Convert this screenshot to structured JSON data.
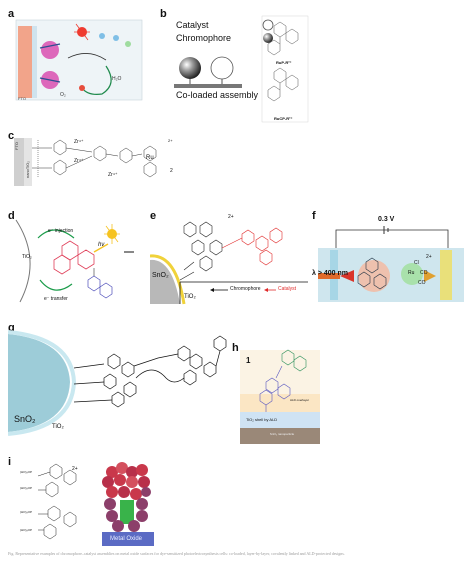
{
  "panels": {
    "a": {
      "label": "a",
      "bottom_left": "FTO"
    },
    "b": {
      "label": "b",
      "legend_catalyst": "Catalyst",
      "legend_chromophore": "Chromophore",
      "assembly": "Co-loaded assembly",
      "complex_top": "RuP-R²⁺",
      "complex_bottom": "RuCP-R²⁺"
    },
    "c": {
      "label": "c",
      "fto": "FTO",
      "mesotio2": "nanoTiO₂",
      "zr": "Zr⁴⁺",
      "ru": "Ru",
      "sub2": "2",
      "charge": "2+"
    },
    "d": {
      "label": "d",
      "injection": "e⁻ injection",
      "hv": "hν",
      "tio2": "TiO₂",
      "transfer": "e⁻ transfer"
    },
    "e": {
      "label": "e",
      "charge": "2+",
      "sno2": "SnO₂",
      "tio2": "TiO₂",
      "chromophore": "Chromophore",
      "catalyst": "Catalyst"
    },
    "f": {
      "label": "f",
      "voltage": "0.3 V",
      "wavelength": "λ > 400 nm",
      "charge": "2+",
      "cl": "Cl",
      "ru": "Ru",
      "co": "CO"
    },
    "g": {
      "label": "g",
      "sno2": "SnO₂",
      "tio2": "TiO₂"
    },
    "h": {
      "label": "h",
      "number": "1",
      "ald": "ALD overlayer",
      "tio2_ald": "TiO₂ shell by ALD",
      "sno2": "SnO₂ nanoparticle"
    },
    "i": {
      "label": "i",
      "charge": "2+",
      "po3": "(HO)₂OP",
      "metal_oxide": "Metal Oxide"
    }
  },
  "caption": "Fig. Representative examples of chromophore–catalyst assemblies on metal oxide surfaces for dye-sensitized photoelectrosynthesis cells: co-loaded, layer-by-layer, covalently linked and ALD-protected designs."
}
